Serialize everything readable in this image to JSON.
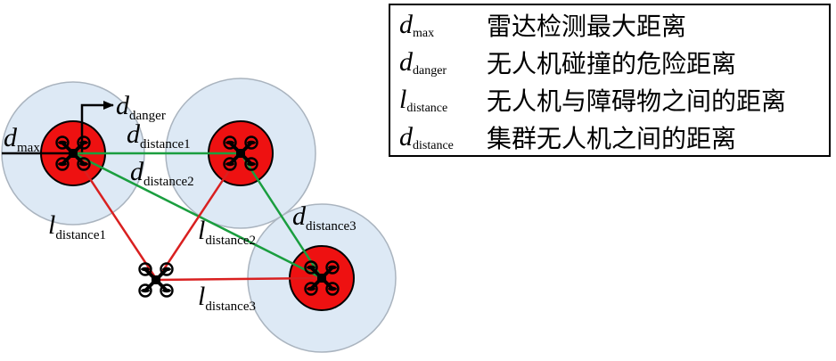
{
  "legend": {
    "items": [
      {
        "symbol": "d",
        "subscript": "max",
        "description": "雷达检测最大距离"
      },
      {
        "symbol": "d",
        "subscript": "danger",
        "description": "无人机碰撞的危险距离"
      },
      {
        "symbol": "l",
        "subscript": "distance",
        "description": "无人机与障碍物之间的距离"
      },
      {
        "symbol": "d",
        "subscript": "distance",
        "description": "集群无人机之间的距离"
      }
    ]
  },
  "labels": {
    "d_max": {
      "main": "d",
      "sub": "max"
    },
    "d_danger": {
      "main": "d",
      "sub": "danger"
    },
    "d_distance1": {
      "main": "d",
      "sub": "distance1"
    },
    "d_distance2": {
      "main": "d",
      "sub": "distance2"
    },
    "d_distance3": {
      "main": "d",
      "sub": "distance3"
    },
    "l_distance1": {
      "main": "l",
      "sub": "distance1"
    },
    "l_distance2": {
      "main": "l",
      "sub": "distance2"
    },
    "l_distance3": {
      "main": "l",
      "sub": "distance3"
    }
  },
  "colors": {
    "radar_zone": "#dde9f5",
    "radar_edge": "#aab4bf",
    "danger_zone": "#ee1111",
    "swarm_link": "#1a9e3f",
    "obstacle_link": "#d92020",
    "ink": "#000000"
  },
  "icons": {
    "swarm_drone": "quadcopter-icon",
    "obstacle_drone": "quadcopter-icon"
  }
}
